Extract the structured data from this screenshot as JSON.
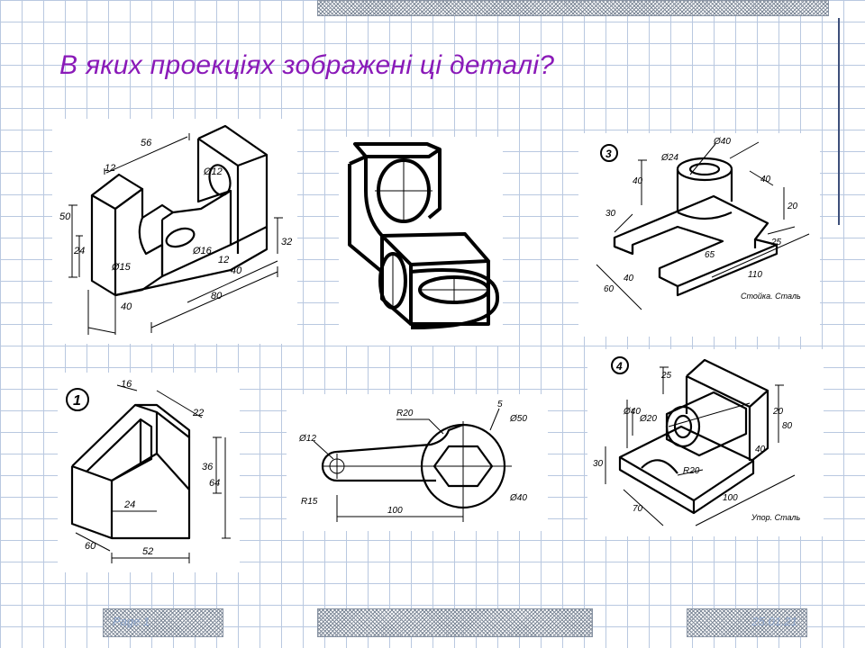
{
  "slide": {
    "title": "В яких проекціях зображені ці деталі?",
    "footer_left": "Page 1",
    "footer_right": "25.01.21"
  },
  "drawings": {
    "part_a": {
      "dims": [
        "56",
        "12",
        "Ø12",
        "50",
        "24",
        "Ø15",
        "Ø16",
        "12",
        "32",
        "40",
        "80",
        "40"
      ]
    },
    "part_c": {
      "number": "3",
      "dims": [
        "Ø40",
        "Ø24",
        "40",
        "40",
        "20",
        "30",
        "65",
        "25",
        "110",
        "40",
        "60"
      ],
      "caption": "Стойка. Сталь"
    },
    "part_d": {
      "number": "1",
      "dims": [
        "16",
        "22",
        "36",
        "64",
        "24",
        "60",
        "52"
      ]
    },
    "part_e": {
      "dims": [
        "R20",
        "5",
        "Ø50",
        "Ø12",
        "R15",
        "100",
        "Ø40"
      ]
    },
    "part_f": {
      "number": "4",
      "dims": [
        "25",
        "Ø40",
        "Ø20",
        "20",
        "80",
        "40",
        "30",
        "R20",
        "100",
        "70"
      ],
      "caption": "Упор. Сталь"
    }
  }
}
